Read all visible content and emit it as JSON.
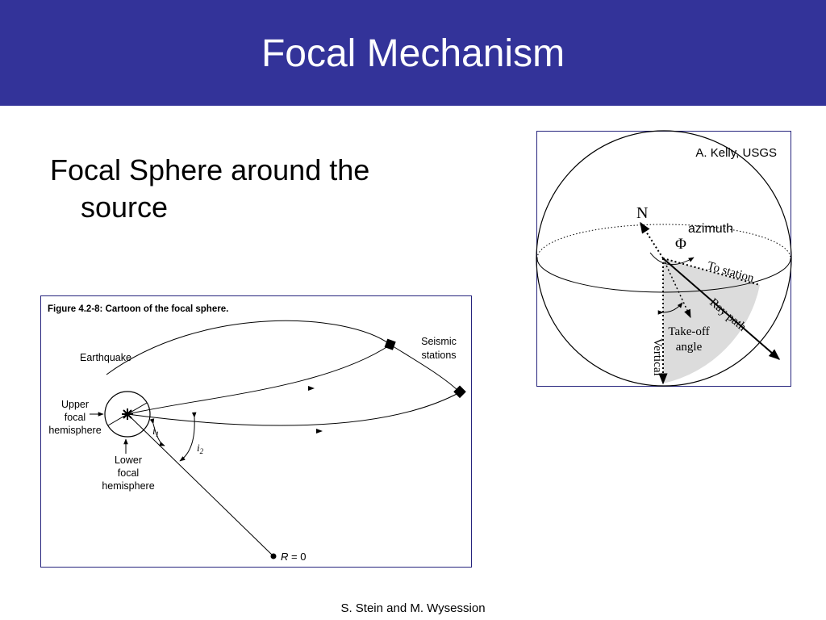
{
  "slide": {
    "title": "Focal Mechanism",
    "bullet_line1": "Focal Sphere around the",
    "bullet_line2": "source",
    "credit": "S. Stein and M. Wysession"
  },
  "figure_left": {
    "caption": "Figure 4.2-8: Cartoon of the focal sphere.",
    "earthquake": "Earthquake",
    "seismic1": "Seismic",
    "seismic2": "stations",
    "upper1": "Upper",
    "upper2": "focal",
    "upper3": "hemisphere",
    "lower1": "Lower",
    "lower2": "focal",
    "lower3": "hemisphere",
    "i1_letter": "i",
    "i1_sub": "1",
    "i2_letter": "i",
    "i2_sub": "2",
    "r_label": "R",
    "r_value": "= 0"
  },
  "figure_right": {
    "source": "A. Kelly, USGS",
    "north": "N",
    "azimuth": "azimuth",
    "phi": "Φ",
    "to_station": "To station",
    "ray_path": "Ray path",
    "takeoff1": "Take-off",
    "takeoff2": "angle",
    "vertical": "Vertical"
  }
}
